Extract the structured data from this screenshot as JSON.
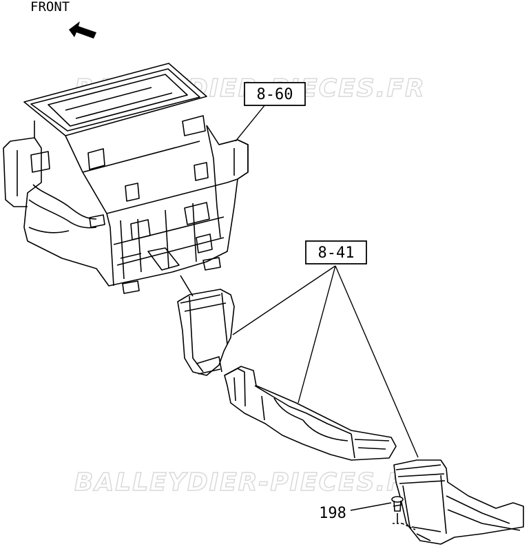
{
  "front_label": "FRONT",
  "watermark": "BALLEYDIER-PIECES.FR",
  "callouts": {
    "heater_unit": "8-60",
    "ducts": "8-41",
    "clip": "198"
  },
  "colors": {
    "line": "#000000",
    "background": "#ffffff",
    "watermark": "#d9d9d9"
  }
}
